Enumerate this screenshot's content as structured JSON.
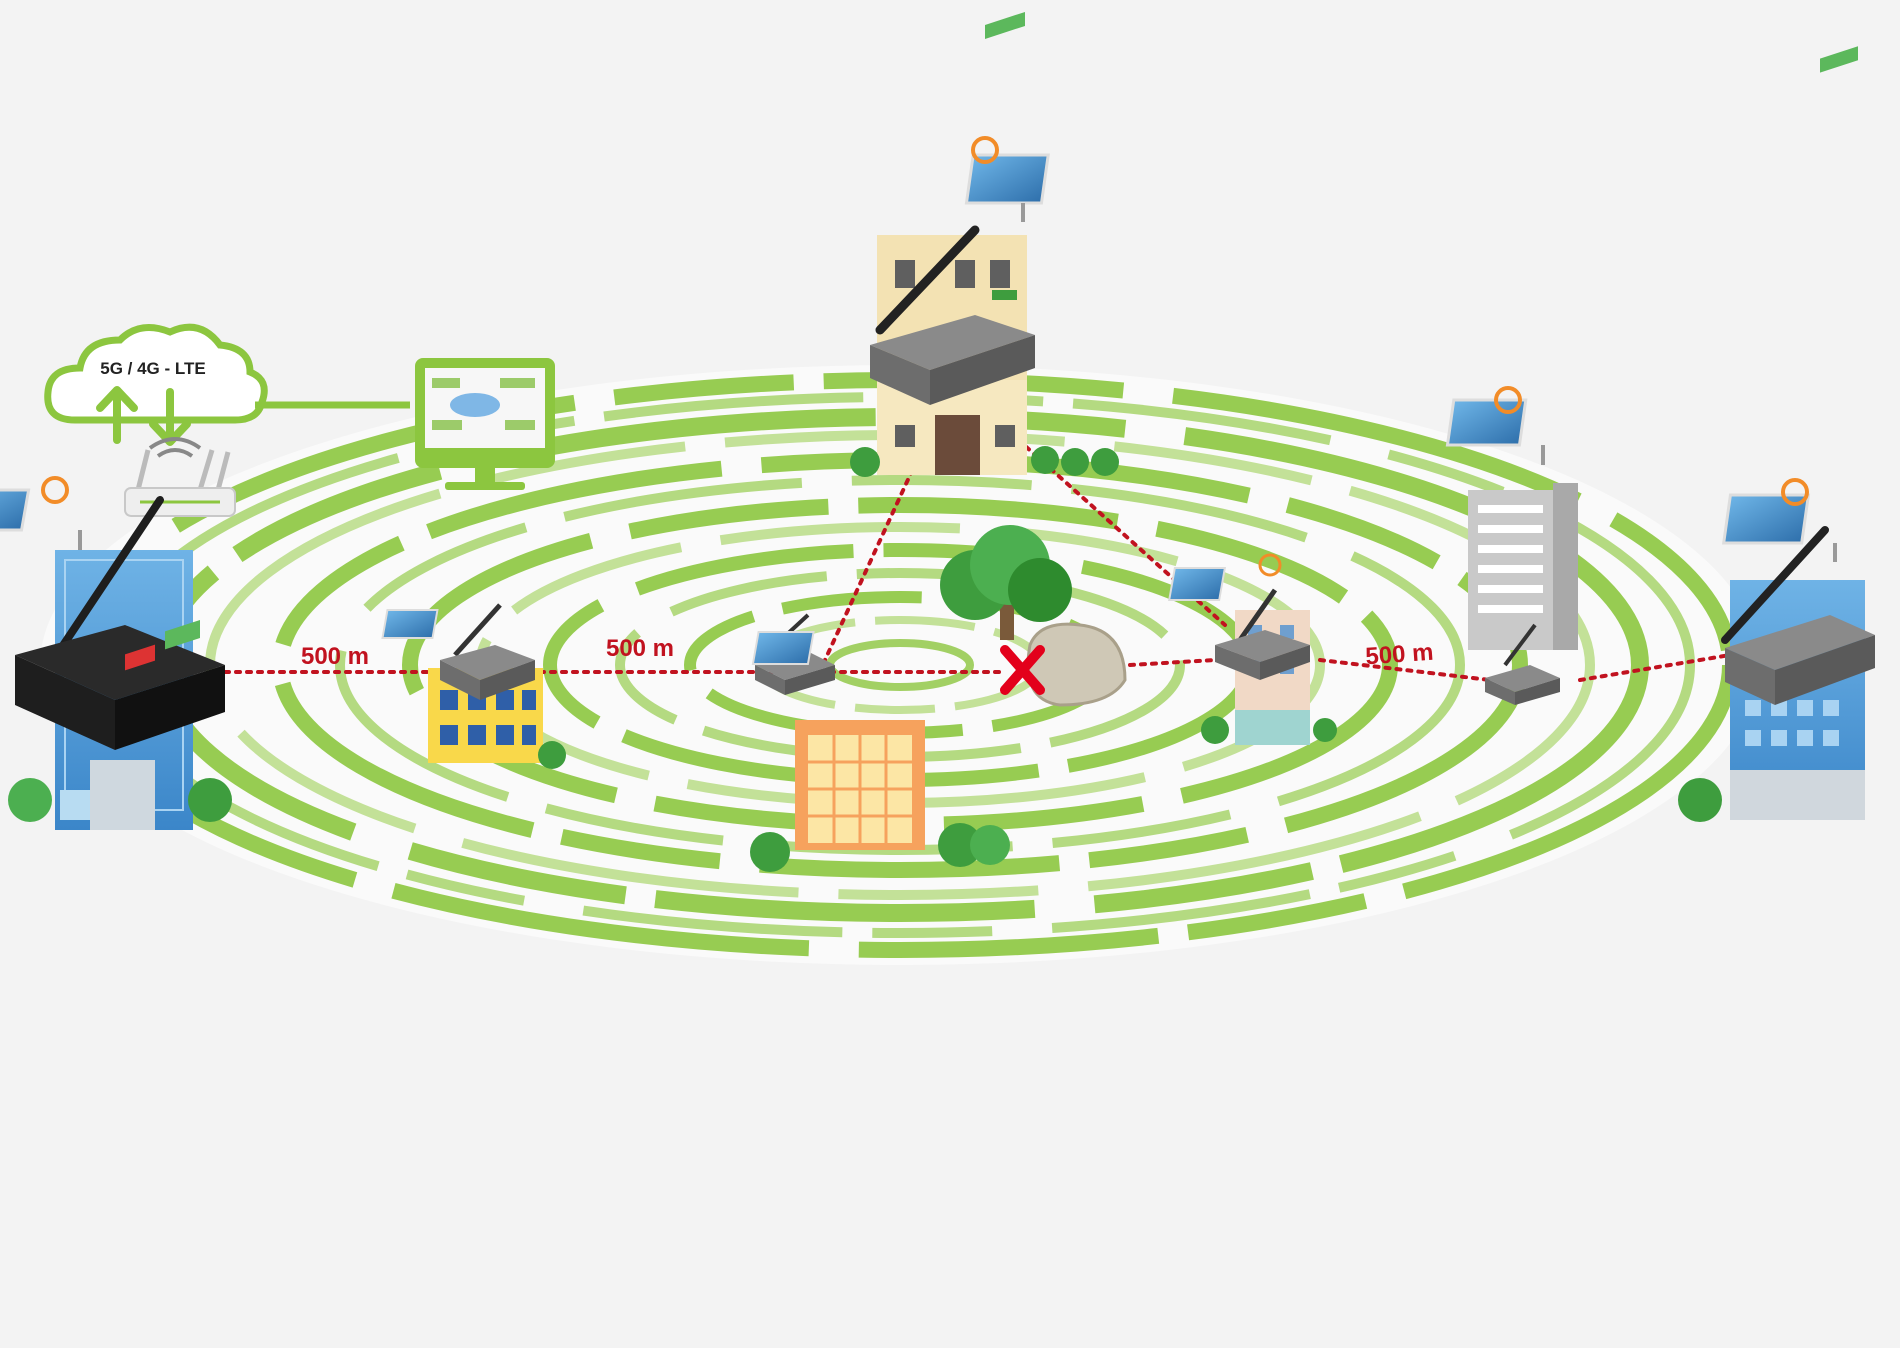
{
  "cloud_label": "5G / 4G - LTE",
  "distance_labels": [
    "500 m",
    "500 m",
    "500 m"
  ],
  "colors": {
    "background": "#f3f3f3",
    "ring_green": "#8cc63f",
    "link_red": "#c1121f",
    "cross_red": "#e3001b",
    "router_black": "#1e1e1e",
    "gateway_gray": "#6d6d6d"
  },
  "icons": [
    "cloud-icon",
    "upload-arrow-icon",
    "download-arrow-icon",
    "wifi-router-icon",
    "monitor-icon",
    "solar-panel-icon",
    "sun-icon",
    "building-icon",
    "tree-icon",
    "rock-icon",
    "block-cross-icon",
    "antenna-icon"
  ]
}
